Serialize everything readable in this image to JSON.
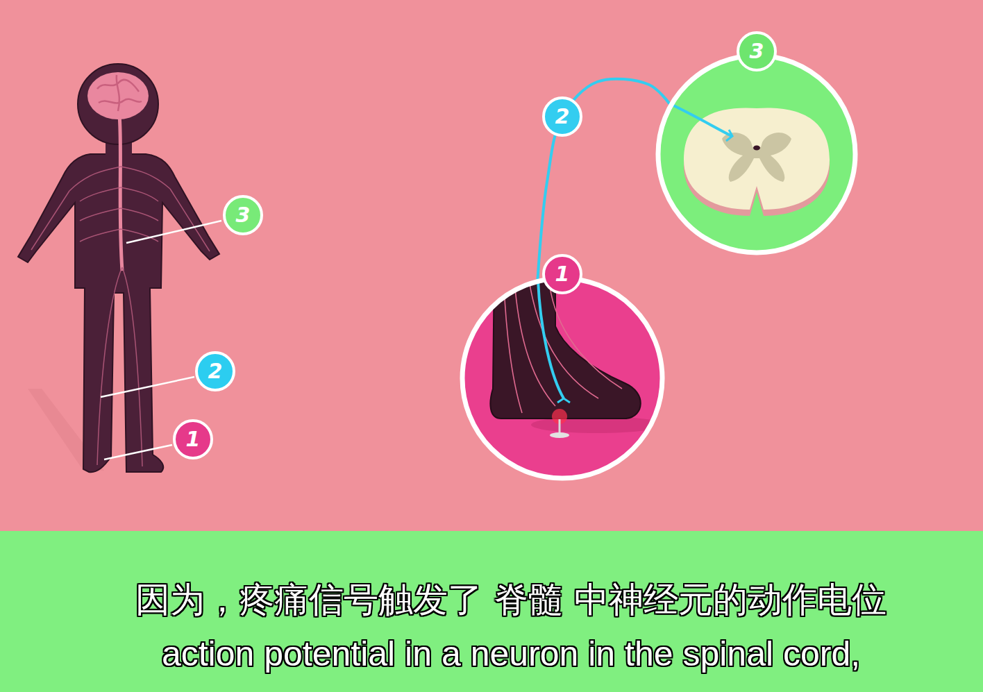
{
  "diagram": {
    "nodes": [
      {
        "text": [
          "1"
        ]
      },
      {
        "text": [
          "3"
        ]
      }
    ],
    "edges": [
      {
        "from": 0,
        "to": 1,
        "arrow": "none",
        "label": "2"
      }
    ],
    "labels": [
      "3",
      "2",
      "1",
      "因为，疼痛信号触发了 脊髓 中神经元的动作电位",
      "action potential in a neuron in the spinal cord,"
    ]
  }
}
